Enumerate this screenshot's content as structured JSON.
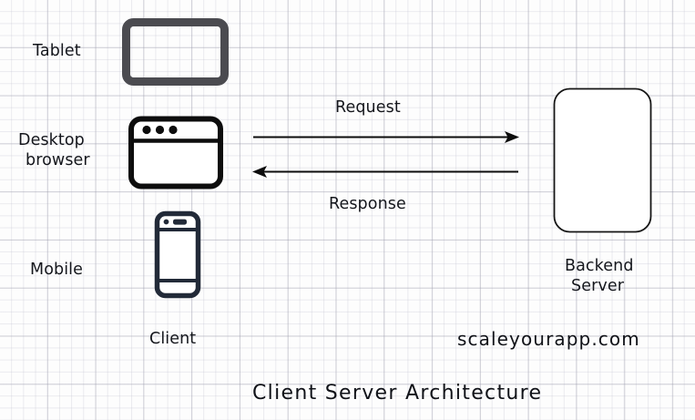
{
  "diagram": {
    "title": "Client Server Architecture",
    "watermark": "scaleyourapp.com",
    "colors": {
      "stroke_black": "#101010",
      "stroke_tablet": "#4b4b50",
      "stroke_mobile": "#1e2430",
      "text": "#14161c",
      "grid_minor": "#bebecd",
      "grid_major": "#9b9baa",
      "background": "#fdfdfd"
    },
    "client_side": {
      "group_label": "Client",
      "devices": [
        {
          "label": "Tablet",
          "icon": "tablet-icon"
        },
        {
          "label_line1": "Desktop",
          "label_line2": "browser",
          "icon": "browser-window-icon"
        },
        {
          "label": "Mobile",
          "icon": "mobile-phone-icon"
        }
      ]
    },
    "server_side": {
      "label_line1": "Backend",
      "label_line2": "Server",
      "icon": "server-box-icon"
    },
    "arrows": [
      {
        "label": "Request",
        "direction": "client-to-server",
        "icon": "arrow-right-icon"
      },
      {
        "label": "Response",
        "direction": "server-to-client",
        "icon": "arrow-left-icon"
      }
    ]
  }
}
